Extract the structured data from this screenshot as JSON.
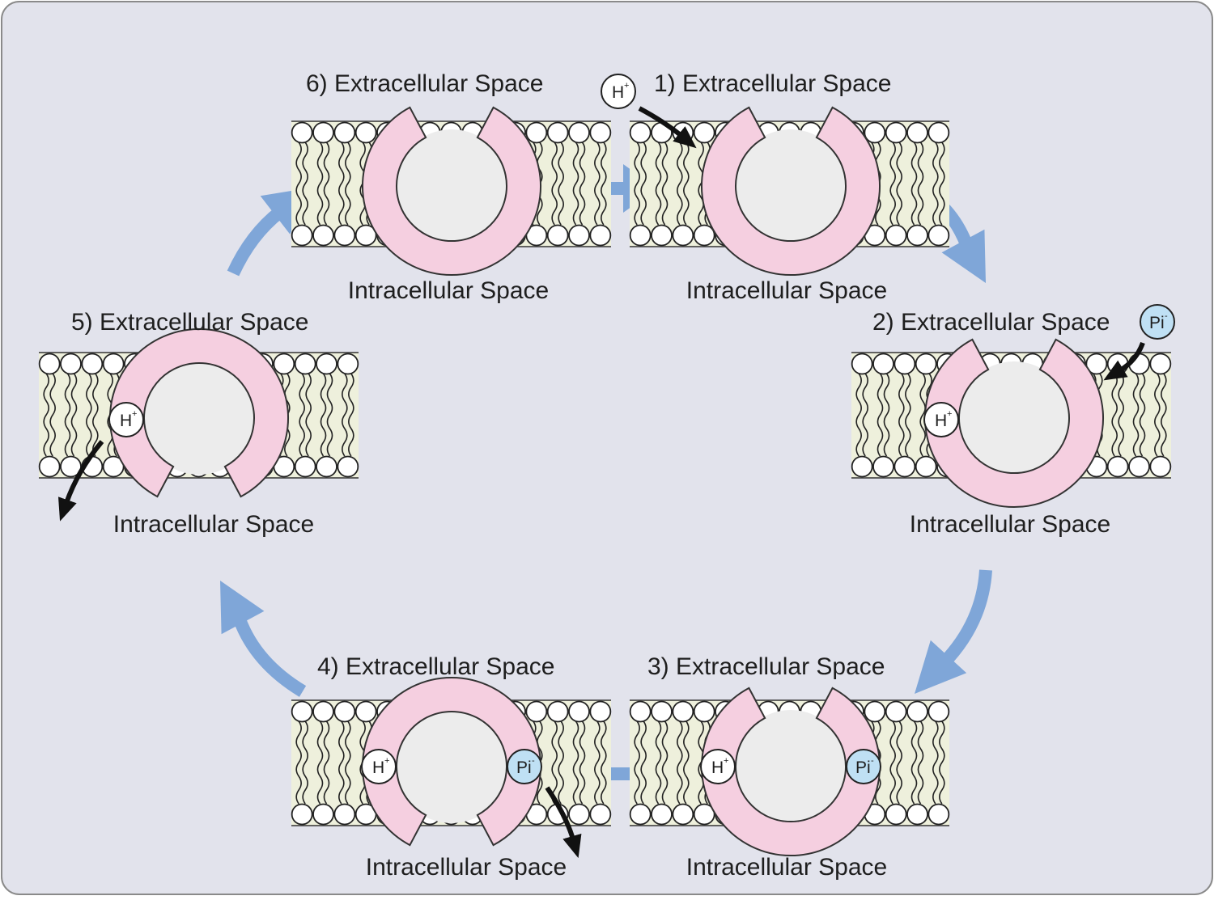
{
  "colors": {
    "background": "#e2e3ec",
    "border": "#8a8a8a",
    "membrane": "#eef0dc",
    "protein": "#f5cfe0",
    "pore": "#ececec",
    "cycle_arrow": "#7fa6d8",
    "ion_arrow": "#111111",
    "phosphate": "#bfe0f4",
    "proton": "#ffffff"
  },
  "ions": {
    "proton": "H",
    "proton_charge": "+",
    "phosphate": "Pi",
    "phosphate_charge": "-"
  },
  "stages": [
    {
      "number": "1)",
      "top_label": "Extracellular Space",
      "bottom_label": "Intracellular Space",
      "protein_state": "open-outward",
      "bound_ions": [],
      "ion_flow": "proton-entering"
    },
    {
      "number": "2)",
      "top_label": "Extracellular Space",
      "bottom_label": "Intracellular Space",
      "protein_state": "open-outward",
      "bound_ions": [
        "H+"
      ],
      "ion_flow": "phosphate-entering"
    },
    {
      "number": "3)",
      "top_label": "Extracellular Space",
      "bottom_label": "Intracellular Space",
      "protein_state": "open-outward",
      "bound_ions": [
        "H+",
        "Pi-"
      ],
      "ion_flow": "none"
    },
    {
      "number": "4)",
      "top_label": "Extracellular Space",
      "bottom_label": "Intracellular Space",
      "protein_state": "open-inward",
      "bound_ions": [
        "H+",
        "Pi-"
      ],
      "ion_flow": "phosphate-leaving"
    },
    {
      "number": "5)",
      "top_label": "Extracellular Space",
      "bottom_label": "Intracellular Space",
      "protein_state": "open-inward",
      "bound_ions": [
        "H+"
      ],
      "ion_flow": "proton-leaving"
    },
    {
      "number": "6)",
      "top_label": "Extracellular Space",
      "bottom_label": "Intracellular Space",
      "protein_state": "open-outward",
      "bound_ions": [],
      "ion_flow": "none"
    }
  ],
  "cycle_order": [
    "1)",
    "2)",
    "3)",
    "4)",
    "5)",
    "6)"
  ]
}
